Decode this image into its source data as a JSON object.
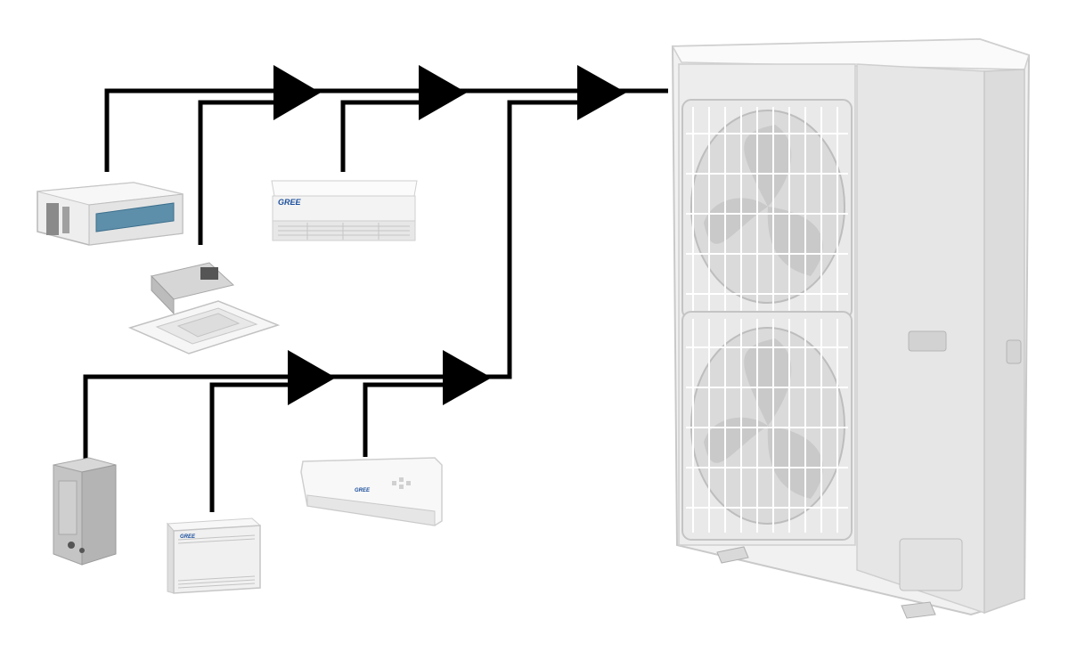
{
  "diagram": {
    "indoor_units": [
      {
        "kind": "ducted-unit"
      },
      {
        "kind": "ceiling-floor-unit",
        "brand": "GREE"
      },
      {
        "kind": "cassette-unit"
      },
      {
        "kind": "air-handler-unit"
      },
      {
        "kind": "floor-console-unit",
        "brand": "GREE"
      },
      {
        "kind": "wall-mounted-unit",
        "brand": "GREE"
      }
    ],
    "outdoor_unit": {
      "kind": "outdoor-condenser-two-fans"
    },
    "flow_direction": "indoor-to-outdoor"
  },
  "colors": {
    "line": "#000000",
    "unit_body": "#f2f2f2",
    "unit_edge": "#bdbdbd",
    "brand_blue": "#1b4f9c"
  }
}
